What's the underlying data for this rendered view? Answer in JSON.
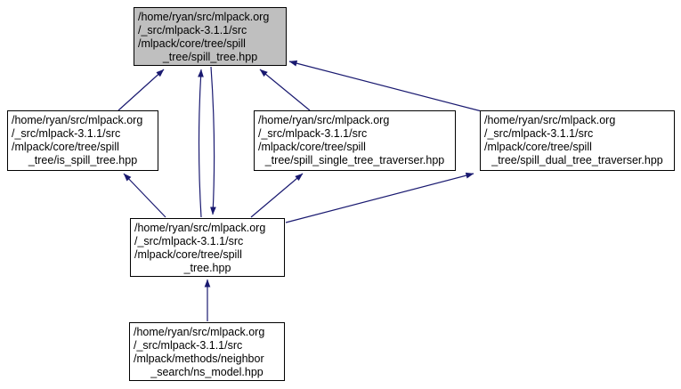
{
  "colors": {
    "edge_color": "#191970",
    "highlight_fill": "#bfbfbf",
    "node_border": "#000000"
  },
  "graph": {
    "type": "include-dependency-graph",
    "nodes": [
      {
        "id": "spill_tree_hpp",
        "highlighted": true,
        "lines": [
          "/home/ryan/src/mlpack.org",
          "/_src/mlpack-3.1.1/src",
          "/mlpack/core/tree/spill",
          "_tree/spill_tree.hpp"
        ]
      },
      {
        "id": "is_spill_tree_hpp",
        "highlighted": false,
        "lines": [
          "/home/ryan/src/mlpack.org",
          "/_src/mlpack-3.1.1/src",
          "/mlpack/core/tree/spill",
          "_tree/is_spill_tree.hpp"
        ]
      },
      {
        "id": "spill_single_tree_traverser_hpp",
        "highlighted": false,
        "lines": [
          "/home/ryan/src/mlpack.org",
          "/_src/mlpack-3.1.1/src",
          "/mlpack/core/tree/spill",
          "_tree/spill_single_tree_traverser.hpp"
        ]
      },
      {
        "id": "spill_dual_tree_traverser_hpp",
        "highlighted": false,
        "lines": [
          "/home/ryan/src/mlpack.org",
          "/_src/mlpack-3.1.1/src",
          "/mlpack/core/tree/spill",
          "_tree/spill_dual_tree_traverser.hpp"
        ]
      },
      {
        "id": "spill_tree_wrapper_hpp",
        "highlighted": false,
        "lines": [
          "/home/ryan/src/mlpack.org",
          "/_src/mlpack-3.1.1/src",
          "/mlpack/core/tree/spill",
          "_tree.hpp"
        ]
      },
      {
        "id": "ns_model_hpp",
        "highlighted": false,
        "lines": [
          "/home/ryan/src/mlpack.org",
          "/_src/mlpack-3.1.1/src",
          "/mlpack/methods/neighbor",
          "_search/ns_model.hpp"
        ]
      }
    ],
    "edges": [
      {
        "from": "is_spill_tree_hpp",
        "to": "spill_tree_hpp"
      },
      {
        "from": "spill_tree_wrapper_hpp",
        "to": "spill_tree_hpp"
      },
      {
        "from": "spill_tree_hpp",
        "to": "spill_tree_wrapper_hpp"
      },
      {
        "from": "spill_single_tree_traverser_hpp",
        "to": "spill_tree_hpp"
      },
      {
        "from": "spill_dual_tree_traverser_hpp",
        "to": "spill_tree_hpp"
      },
      {
        "from": "spill_tree_wrapper_hpp",
        "to": "is_spill_tree_hpp"
      },
      {
        "from": "spill_tree_wrapper_hpp",
        "to": "spill_single_tree_traverser_hpp"
      },
      {
        "from": "spill_tree_wrapper_hpp",
        "to": "spill_dual_tree_traverser_hpp"
      },
      {
        "from": "ns_model_hpp",
        "to": "spill_tree_wrapper_hpp"
      }
    ]
  }
}
